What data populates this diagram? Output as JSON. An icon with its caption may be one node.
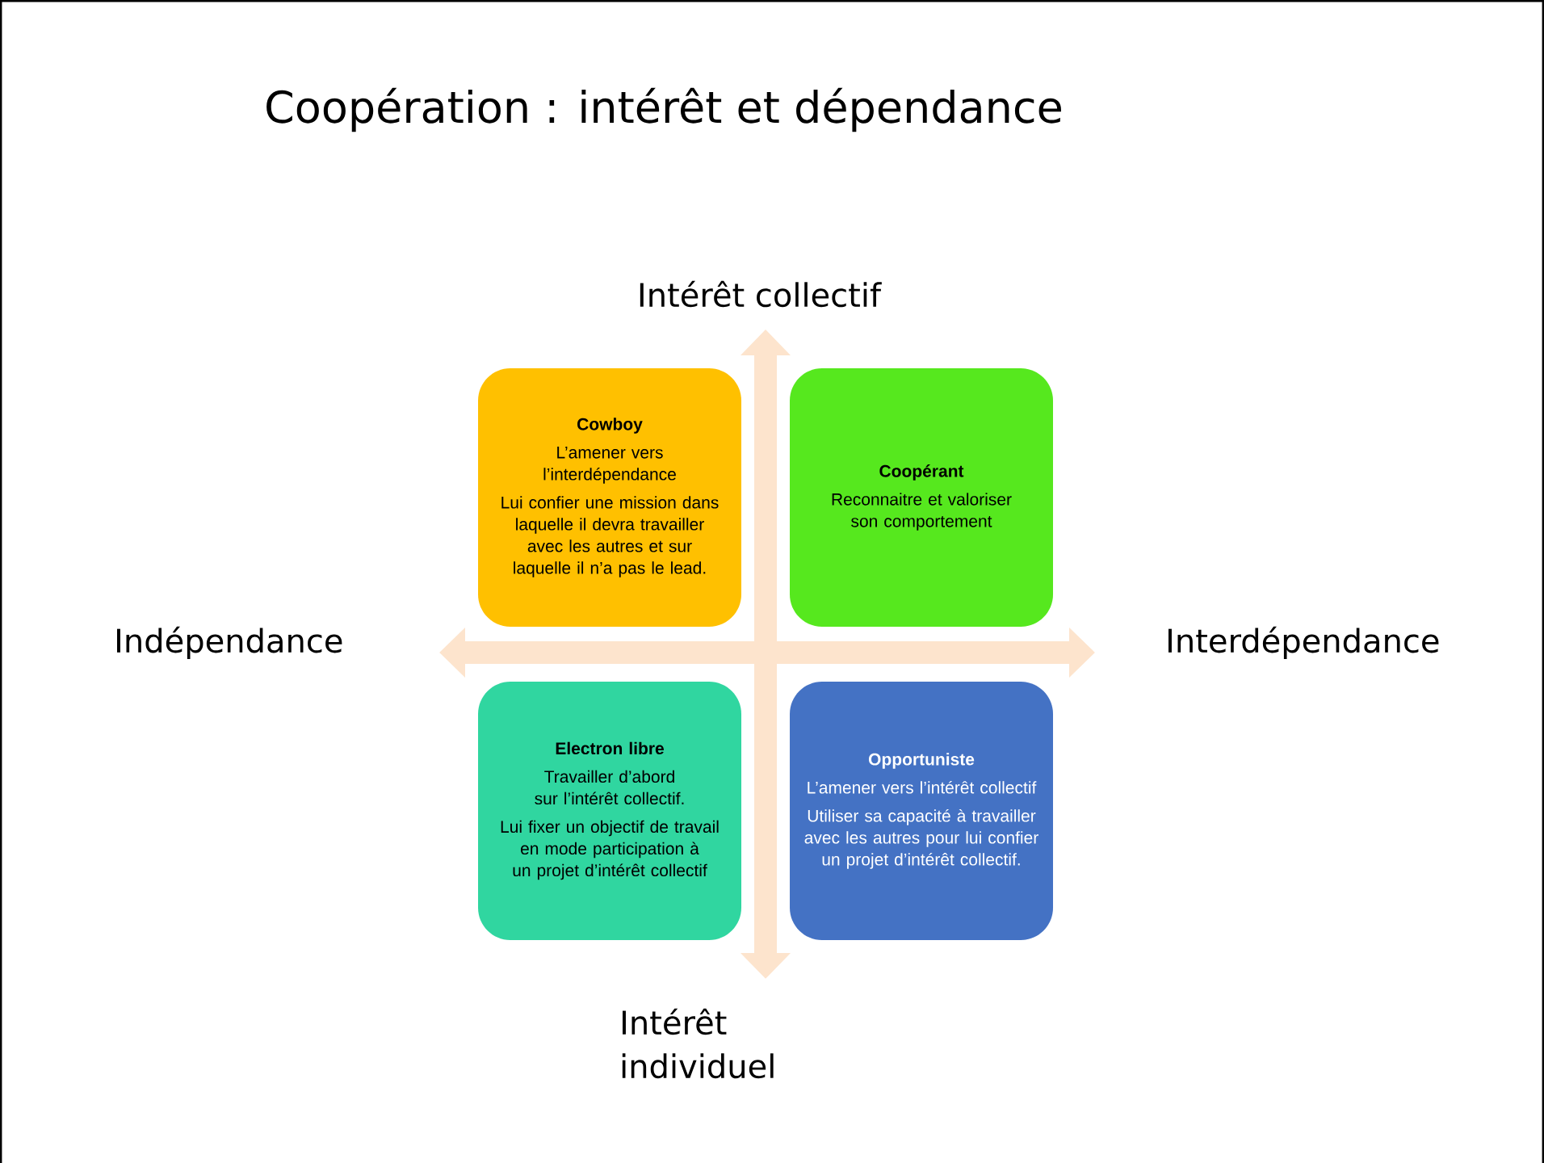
{
  "diagram": {
    "title": "Coopération : intérêt et dépendance",
    "nodes": [
      {
        "text": [
          "Cowboy",
          "L’amener vers l’interdépendance",
          "Lui confier une mission dans laquelle il devra travailler avec les autres et sur laquelle il n’a pas le lead."
        ]
      },
      {
        "text": [
          "Coopérant",
          "Reconnaitre et valoriser son comportement"
        ]
      },
      {
        "text": [
          "Electron libre",
          "Travailler d’abord sur l’intérêt collectif.",
          "Lui fixer un objectif de travail en mode participation à un projet d’intérêt collectif"
        ]
      },
      {
        "text": [
          "Opportuniste",
          "L’amener vers l’intérêt collectif",
          "Utiliser sa capacité à travailler avec les autres pour lui confier un projet d’intérêt collectif."
        ]
      }
    ],
    "labels": [
      "Intérêt collectif",
      "Indépendance",
      "Interdépendance",
      "Intérêt individuel"
    ]
  }
}
